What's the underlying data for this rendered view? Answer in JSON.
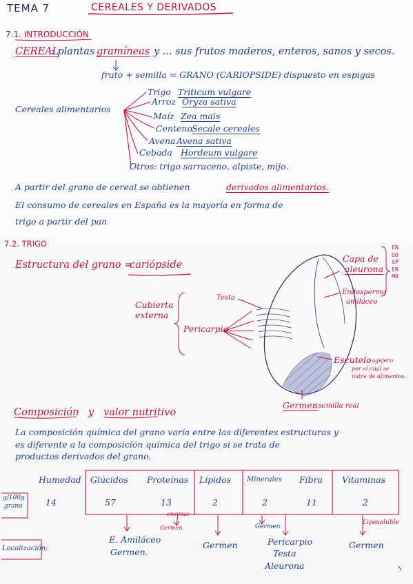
{
  "header": {
    "tema": "TEMA 7",
    "title": "CEREALES Y DERIVADOS"
  },
  "intro": {
    "heading": "7.1. INTRODUCCIÓN",
    "cereal_label": "CEREAL",
    "cereal_def_a": ": plantas",
    "cereal_def_b": "gramíneas",
    "cereal_def_c": "y ... sus frutos maderos, enteros, sanos y secos.",
    "fruto_line": "fruto + semilla = GRANO (CARIOPSIDE) dispuesto en espigas",
    "cereales_alimentarios": "Cereales alimentarios",
    "cereals": [
      {
        "name": "Trigo",
        "latin": "Triticum vulgare"
      },
      {
        "name": "Arroz",
        "latin": "Oryza sativa"
      },
      {
        "name": "Maíz",
        "latin": "Zea mais"
      },
      {
        "name": "Centeno",
        "latin": "Secale cereales"
      },
      {
        "name": "Avena",
        "latin": "Avena sativa"
      },
      {
        "name": "Cebada",
        "latin": "Hordeum vulgare"
      }
    ],
    "otros": "Otros: trigo sarraceno, alpiste, mijo.",
    "para1_a": "A partir del grano de cereal se obtienen",
    "para1_b": "derivados alimentarios.",
    "para2": "El consumo de cereales en España es la mayoría en forma de",
    "para3": "trigo a partir del pan"
  },
  "trigo": {
    "heading": "7.2. TRIGO",
    "estructura_a": "Estructura del grano =",
    "estructura_b": "cariópside",
    "cubierta_1": "Cubierta",
    "cubierta_2": "externa",
    "testa": "Testa",
    "pericarpio": "Pericarpio",
    "capa_1": "Capa de",
    "capa_2": "aleurona",
    "endosp_1": "Endospermo",
    "endosp_2": "amiláceo",
    "endosp_vertical": "ENDOSPERMO",
    "escutelo": "Escutelo",
    "escutelo_note_1": ": agujero",
    "escutelo_note_2": "por el cual se",
    "escutelo_note_3": "nutre de alimentos.",
    "germen": "Germen",
    "germen_note": ": semilla real"
  },
  "composicion": {
    "heading_a": "Composición",
    "heading_b": "y",
    "heading_c": "valor nutritivo",
    "para1": "La composición química del grano varía entre las diferentes estructuras y",
    "para2": "es diferente a la composición química del trigo si se trata de",
    "para3": "productos derivados del grano.",
    "row_label_1": "g/100g",
    "row_label_2": "grano",
    "localizacion": "Localización:",
    "columns": [
      {
        "name": "Humedad",
        "value": "14"
      },
      {
        "name": "Glúcidos",
        "value": "57"
      },
      {
        "name": "Proteínas",
        "value": "13"
      },
      {
        "name": "Lípidos",
        "value": "2"
      },
      {
        "name": "Minerales",
        "value": "2"
      },
      {
        "name": "Fibra",
        "value": "11"
      },
      {
        "name": "Vitaminas",
        "value": "2"
      }
    ],
    "enzimas": "enzimas",
    "germen_small": "Germen.",
    "germen_min": "Germen",
    "liposoluble": "Liposoluble",
    "loc_glucidos_1": "E. Amiláceo",
    "loc_glucidos_2": "Germen.",
    "loc_lipidos": "Germen",
    "loc_fibra_1": "Pericarpio",
    "loc_fibra_2": "Testa",
    "loc_fibra_3": "Aleurona",
    "loc_vitaminas": "Germen"
  }
}
